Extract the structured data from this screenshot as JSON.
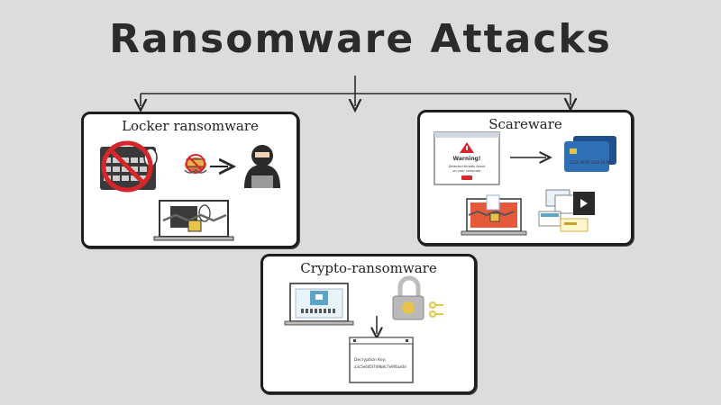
{
  "title": "Ransomware Attacks",
  "panels": {
    "locker": {
      "title": "Locker ransomware"
    },
    "scareware": {
      "title": "Scareware",
      "warning_title": "Warning!",
      "warning_body_1": "Detected threats found",
      "warning_body_2": "on your computer",
      "card_number": "1234 5678 1234 5678"
    },
    "crypto": {
      "title": "Crypto-ransomware",
      "decrypt_label": "Decryption Key:",
      "decrypt_value": "a3c5e6d5f7d9b8c7e9f4aa0d"
    }
  },
  "colors": {
    "background": "#dcdcdc",
    "title": "#2b2b2b",
    "warning_red": "#d7262b",
    "card_blue": "#2f6fb3",
    "lock_gold": "#e6c44a",
    "lock_blue": "#5aa6c8"
  }
}
